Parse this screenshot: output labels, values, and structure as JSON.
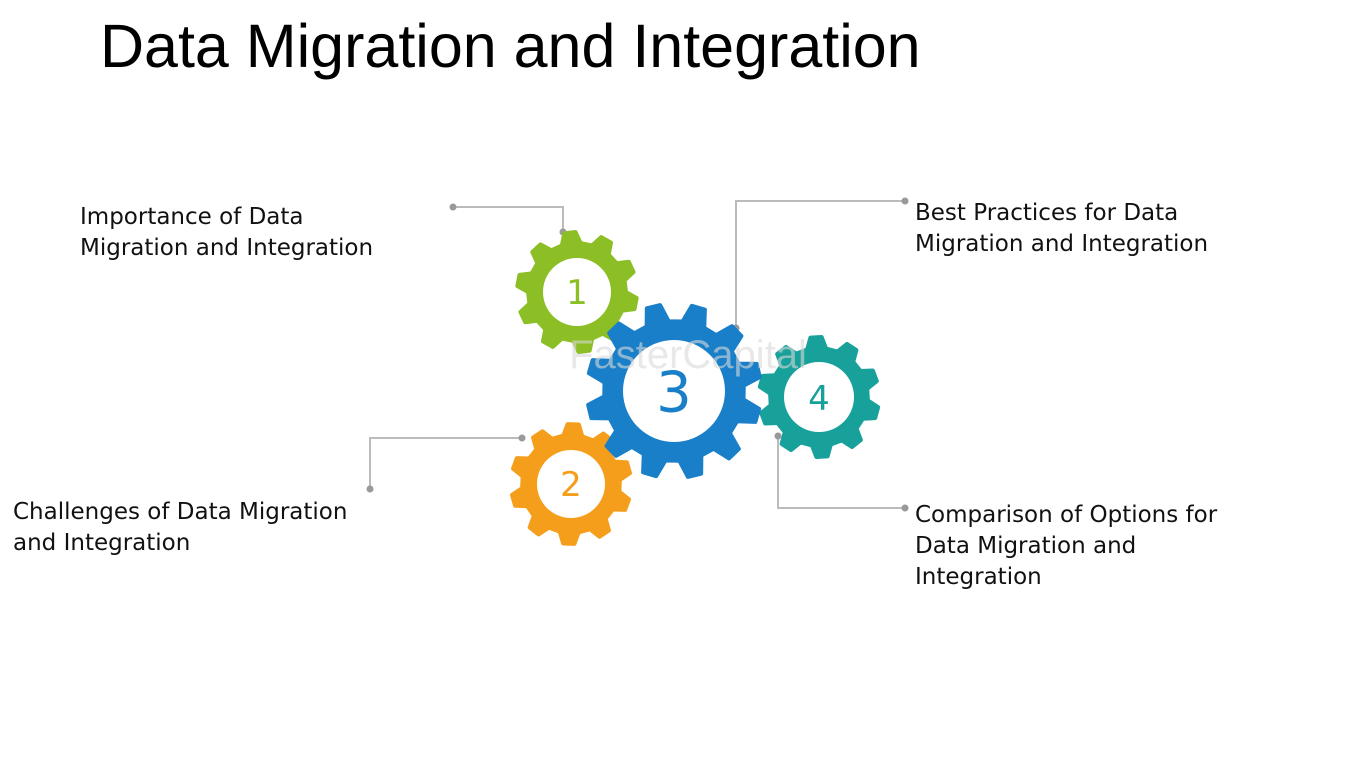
{
  "title": "Data Migration and Integration",
  "watermark": "FasterCapital",
  "gears": [
    {
      "number": "1",
      "color": "#8cbf26",
      "lines": [
        "Importance of Data",
        "Migration and Integration"
      ]
    },
    {
      "number": "2",
      "color": "#f59e1c",
      "lines": [
        "Challenges of Data Migration",
        "and Integration"
      ]
    },
    {
      "number": "3",
      "color": "#1a7fc9",
      "lines": [
        "Best Practices for Data",
        "Migration and Integration"
      ]
    },
    {
      "number": "4",
      "color": "#17a19a",
      "lines": [
        "Comparison of Options for",
        "Data Migration and",
        "Integration"
      ]
    }
  ],
  "connector_color": "#bbbbbb"
}
